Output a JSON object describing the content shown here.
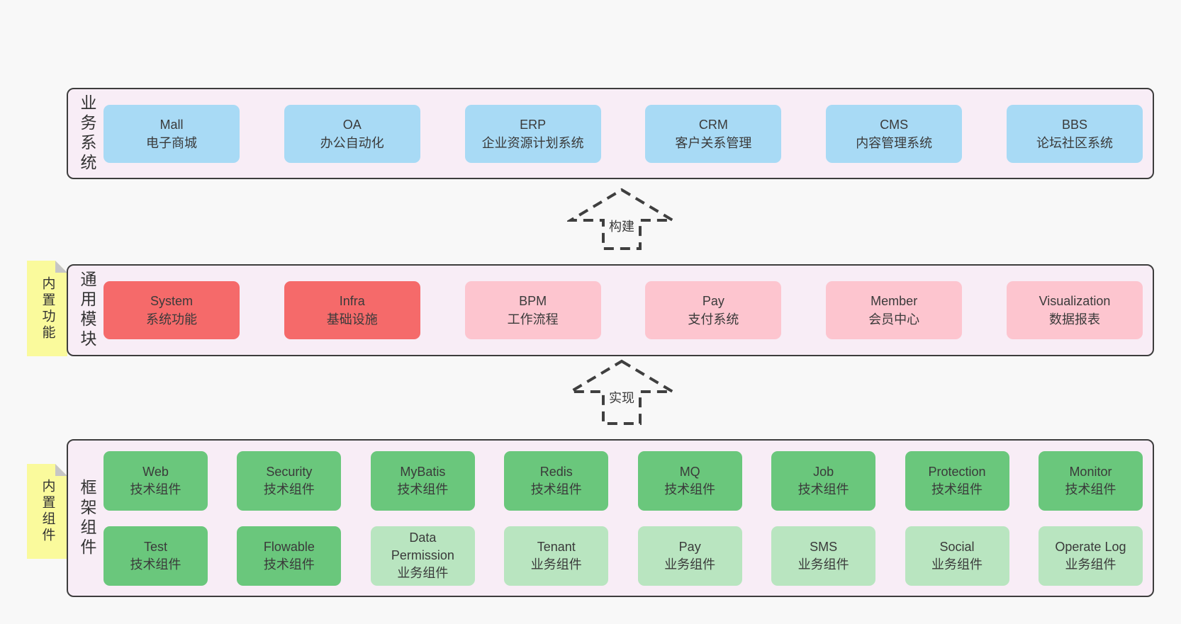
{
  "colors": {
    "page_bg": "#f8f8f8",
    "band_bg": "#f8edf6",
    "band_border": "#3d3d3d",
    "blue_box": "#a8daf5",
    "red_box": "#f56a6a",
    "pink_box": "#fdc5cf",
    "green_box": "#6ac77c",
    "light_green_box": "#b9e5c0",
    "sticky_yellow": "#fafa9c",
    "text": "#3a3a3a"
  },
  "arrows": [
    {
      "label": "构建"
    },
    {
      "label": "实现"
    }
  ],
  "bands": [
    {
      "label": "业务系统",
      "boxes": [
        {
          "name": "Mall",
          "desc": "电子商城"
        },
        {
          "name": "OA",
          "desc": "办公自动化"
        },
        {
          "name": "ERP",
          "desc": "企业资源计划系统"
        },
        {
          "name": "CRM",
          "desc": "客户关系管理"
        },
        {
          "name": "CMS",
          "desc": "内容管理系统"
        },
        {
          "name": "BBS",
          "desc": "论坛社区系统"
        }
      ]
    },
    {
      "label": "通用模块",
      "sticky": "内置功能",
      "boxes": [
        {
          "name": "System",
          "desc": "系统功能"
        },
        {
          "name": "Infra",
          "desc": "基础设施"
        },
        {
          "name": "BPM",
          "desc": "工作流程"
        },
        {
          "name": "Pay",
          "desc": "支付系统"
        },
        {
          "name": "Member",
          "desc": "会员中心"
        },
        {
          "name": "Visualization",
          "desc": "数据报表"
        }
      ]
    },
    {
      "label": "框架组件",
      "sticky": "内置组件",
      "rows": [
        [
          {
            "name": "Web",
            "desc": "技术组件"
          },
          {
            "name": "Security",
            "desc": "技术组件"
          },
          {
            "name": "MyBatis",
            "desc": "技术组件"
          },
          {
            "name": "Redis",
            "desc": "技术组件"
          },
          {
            "name": "MQ",
            "desc": "技术组件"
          },
          {
            "name": "Job",
            "desc": "技术组件"
          },
          {
            "name": "Protection",
            "desc": "技术组件"
          },
          {
            "name": "Monitor",
            "desc": "技术组件"
          }
        ],
        [
          {
            "name": "Test",
            "desc": "技术组件"
          },
          {
            "name": "Flowable",
            "desc": "技术组件"
          },
          {
            "name": "Data Permission",
            "desc": "业务组件"
          },
          {
            "name": "Tenant",
            "desc": "业务组件"
          },
          {
            "name": "Pay",
            "desc": "业务组件"
          },
          {
            "name": "SMS",
            "desc": "业务组件"
          },
          {
            "name": "Social",
            "desc": "业务组件"
          },
          {
            "name": "Operate Log",
            "desc": "业务组件"
          }
        ]
      ]
    }
  ]
}
